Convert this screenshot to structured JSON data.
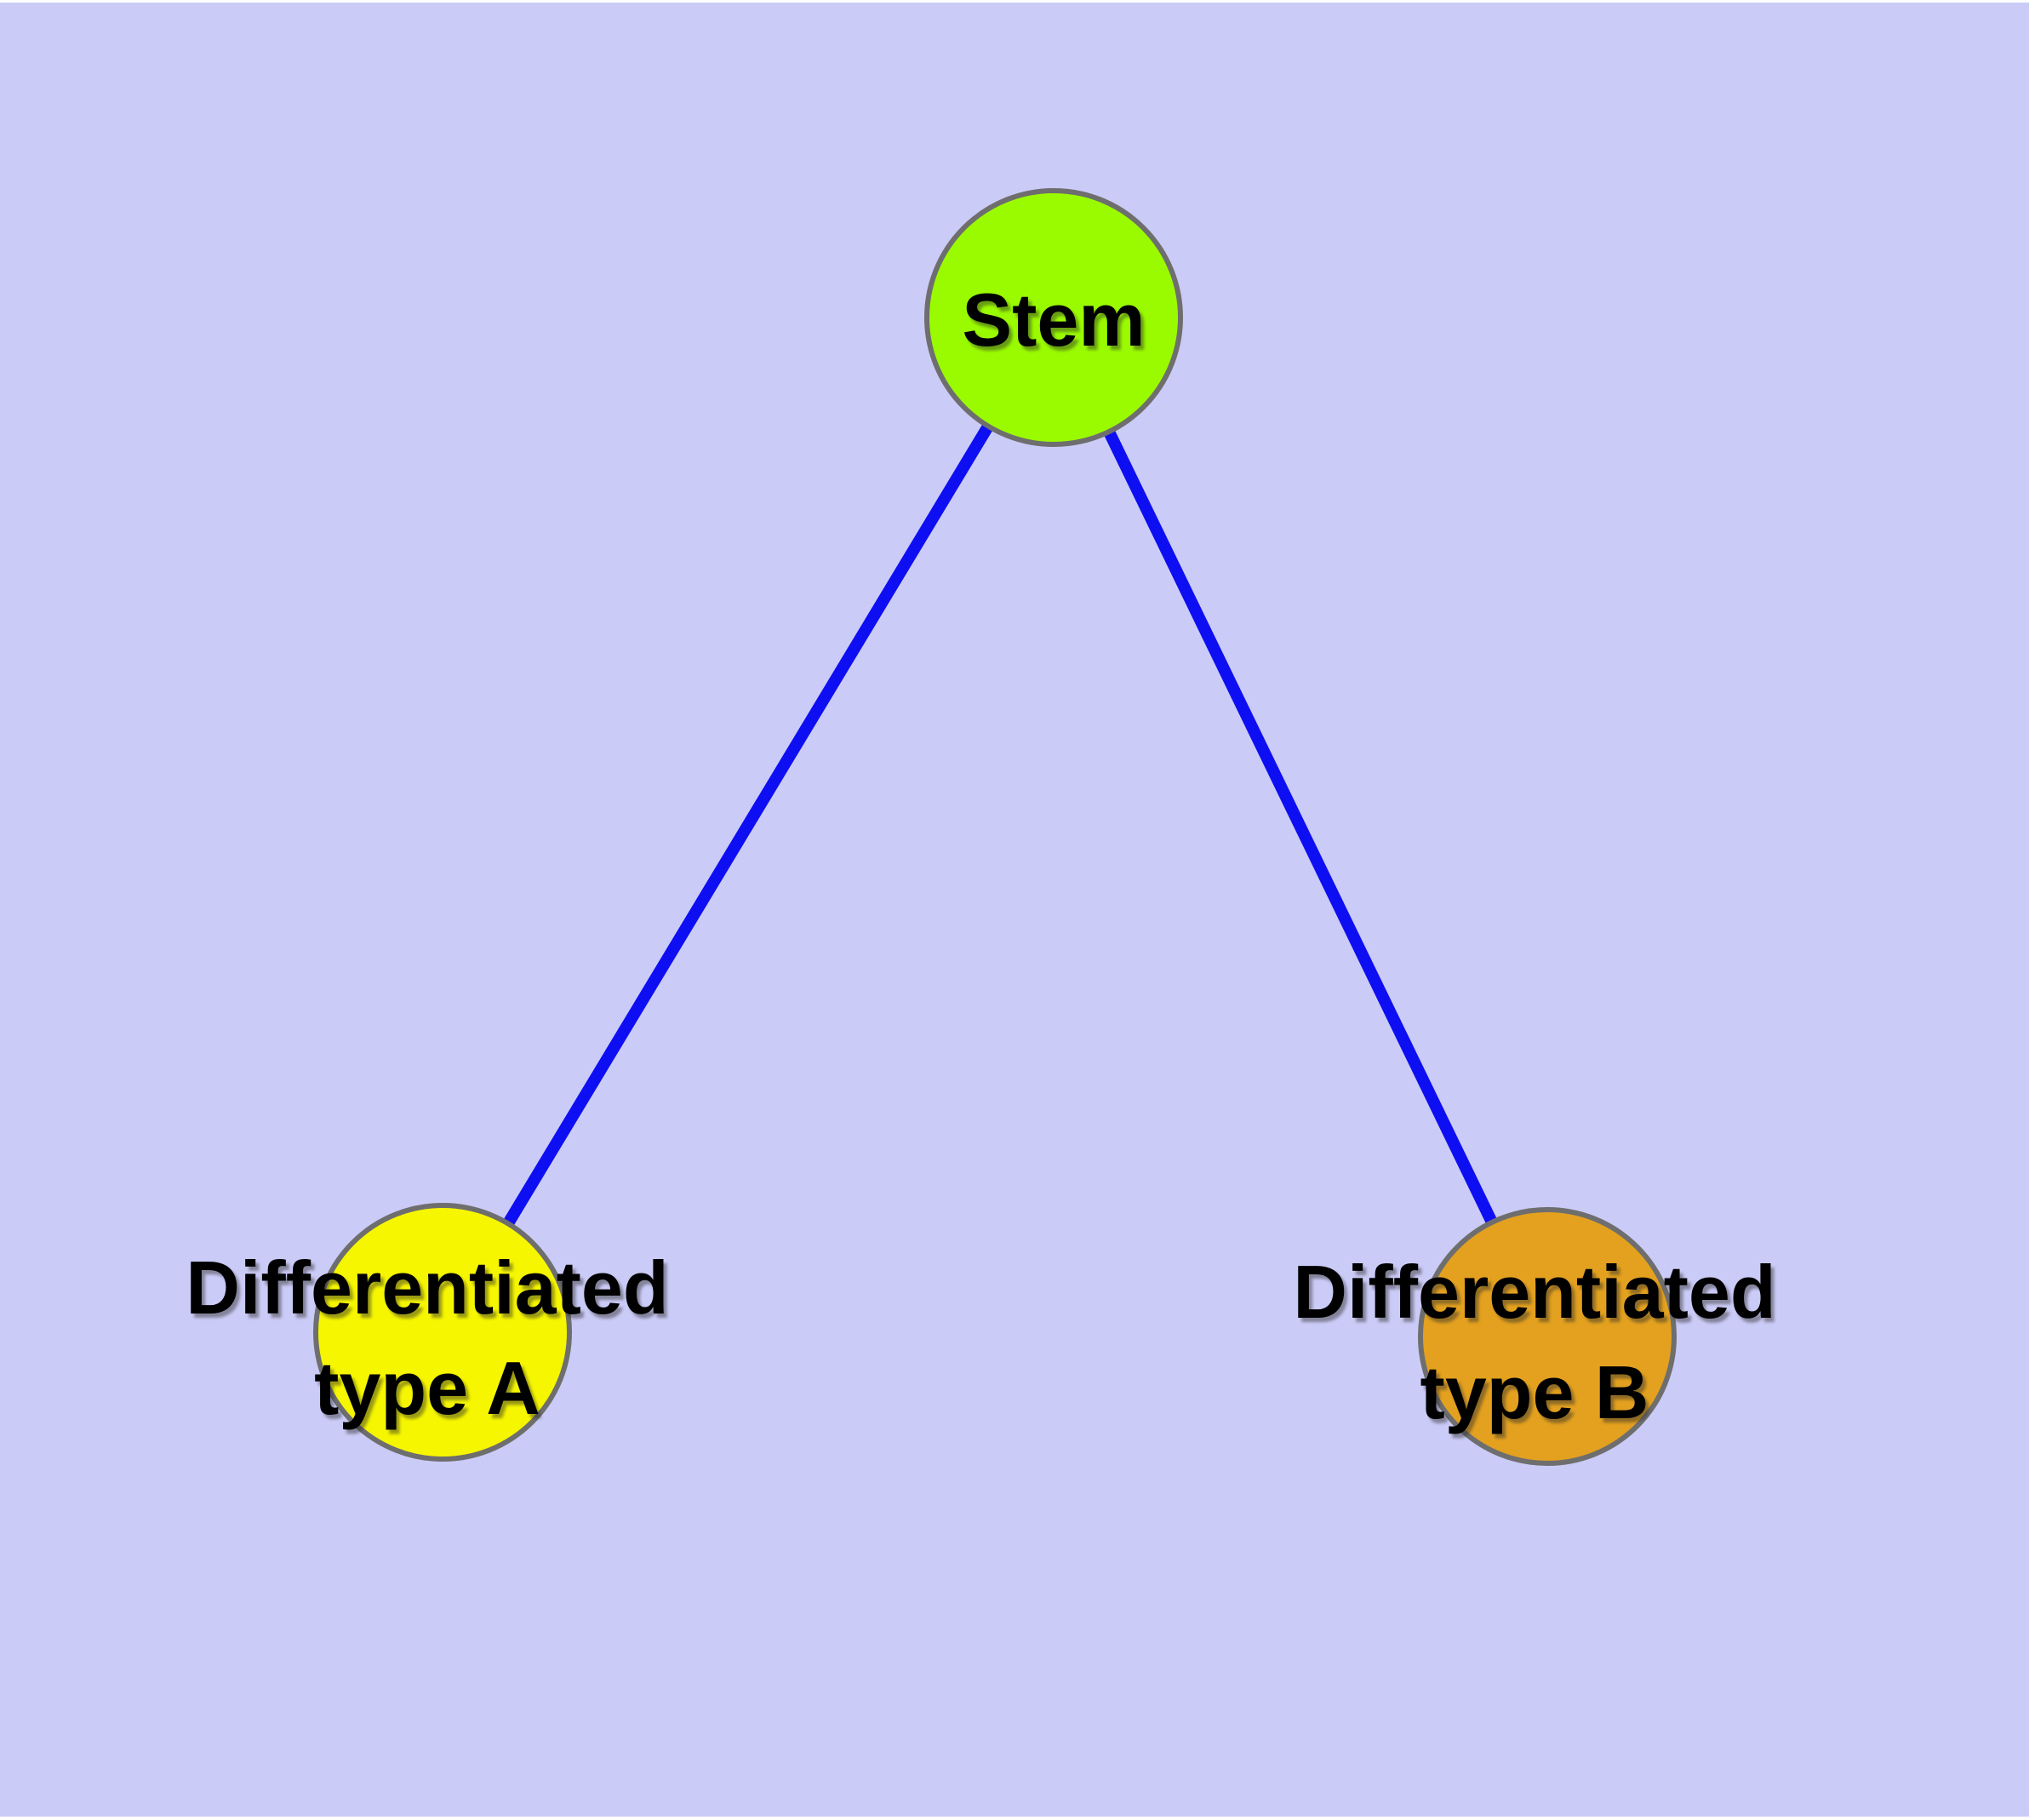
{
  "figure": {
    "background_color": "#CBCBF7",
    "margin_color": "#FFFFFF",
    "text_color": "#000000",
    "edge_color": "#0E0EF2",
    "node_border_color": "#6E6E6E",
    "nodes": [
      {
        "id": "stem",
        "label": "Stem",
        "fill": "#9AFB00"
      },
      {
        "id": "differentiated-type-a",
        "label": "Differentiated\ntype A",
        "fill": "#F6F600"
      },
      {
        "id": "differentiated-type-b",
        "label": "Differentiated\ntype B",
        "fill": "#E3A11F"
      }
    ],
    "edges": [
      {
        "from": "Stem",
        "to": "Differentiated type A"
      },
      {
        "from": "Stem",
        "to": "Differentiated type B"
      }
    ]
  }
}
